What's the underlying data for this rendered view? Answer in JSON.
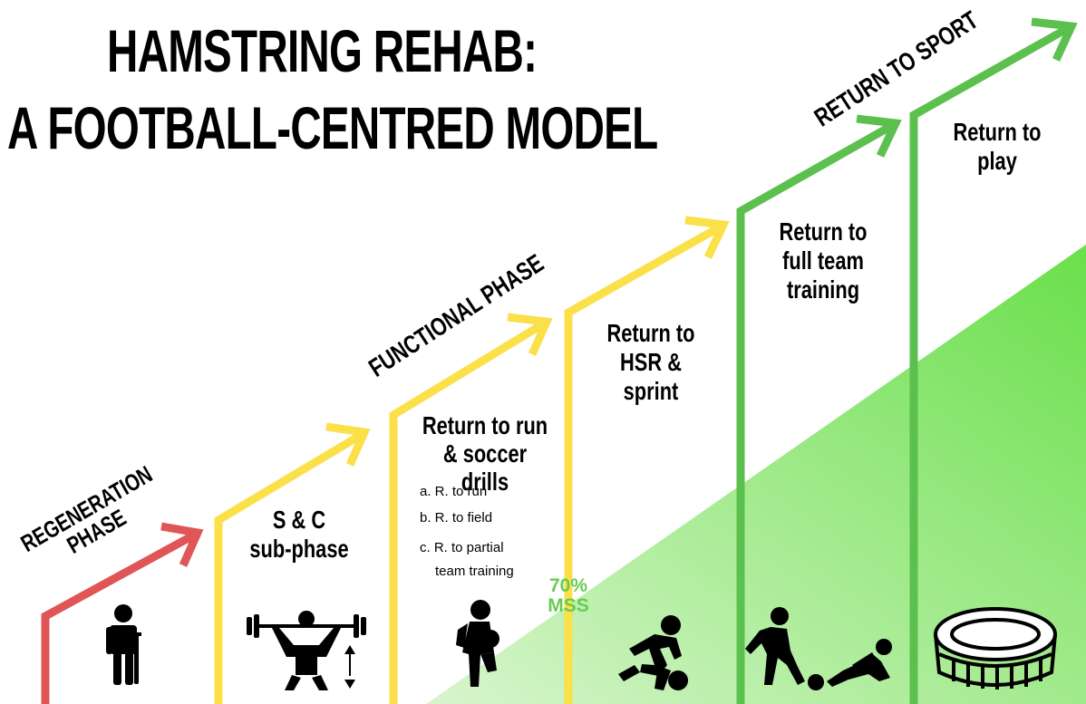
{
  "title": {
    "line1": "HAMSTRING REHAB:",
    "line2": "A FOOTBALL-CENTRED MODEL"
  },
  "phases": {
    "regeneration_line1": "REGENERATION",
    "regeneration_line2": "PHASE",
    "functional": "FUNCTIONAL PHASE",
    "return_to_sport": "RETURN TO SPORT"
  },
  "steps": {
    "sc": {
      "line1": "S & C",
      "line2": "sub-phase"
    },
    "run": {
      "line1": "Return to run",
      "line2": "& soccer drills",
      "sub": [
        "a. R. to run",
        "b. R. to field",
        "c. R. to partial",
        "team training"
      ]
    },
    "hsr": {
      "line1": "Return to",
      "line2": "HSR &",
      "line3": "sprint"
    },
    "team": {
      "line1": "Return to",
      "line2": "full team",
      "line3": "training"
    },
    "play": {
      "line1": "Return to",
      "line2": "play"
    }
  },
  "threshold": {
    "value": "70%",
    "unit": "MSS"
  },
  "colors": {
    "regeneration": "#e05555",
    "functional": "#fbe04a",
    "sport": "#5cc04f",
    "field_light": "#d8f5cd",
    "field_dark": "#6adf4b"
  },
  "icons": [
    "crutch-person-icon",
    "weightlifter-icon",
    "ball-juggle-icon",
    "sprinter-icon",
    "tackle-icon",
    "stadium-icon"
  ]
}
